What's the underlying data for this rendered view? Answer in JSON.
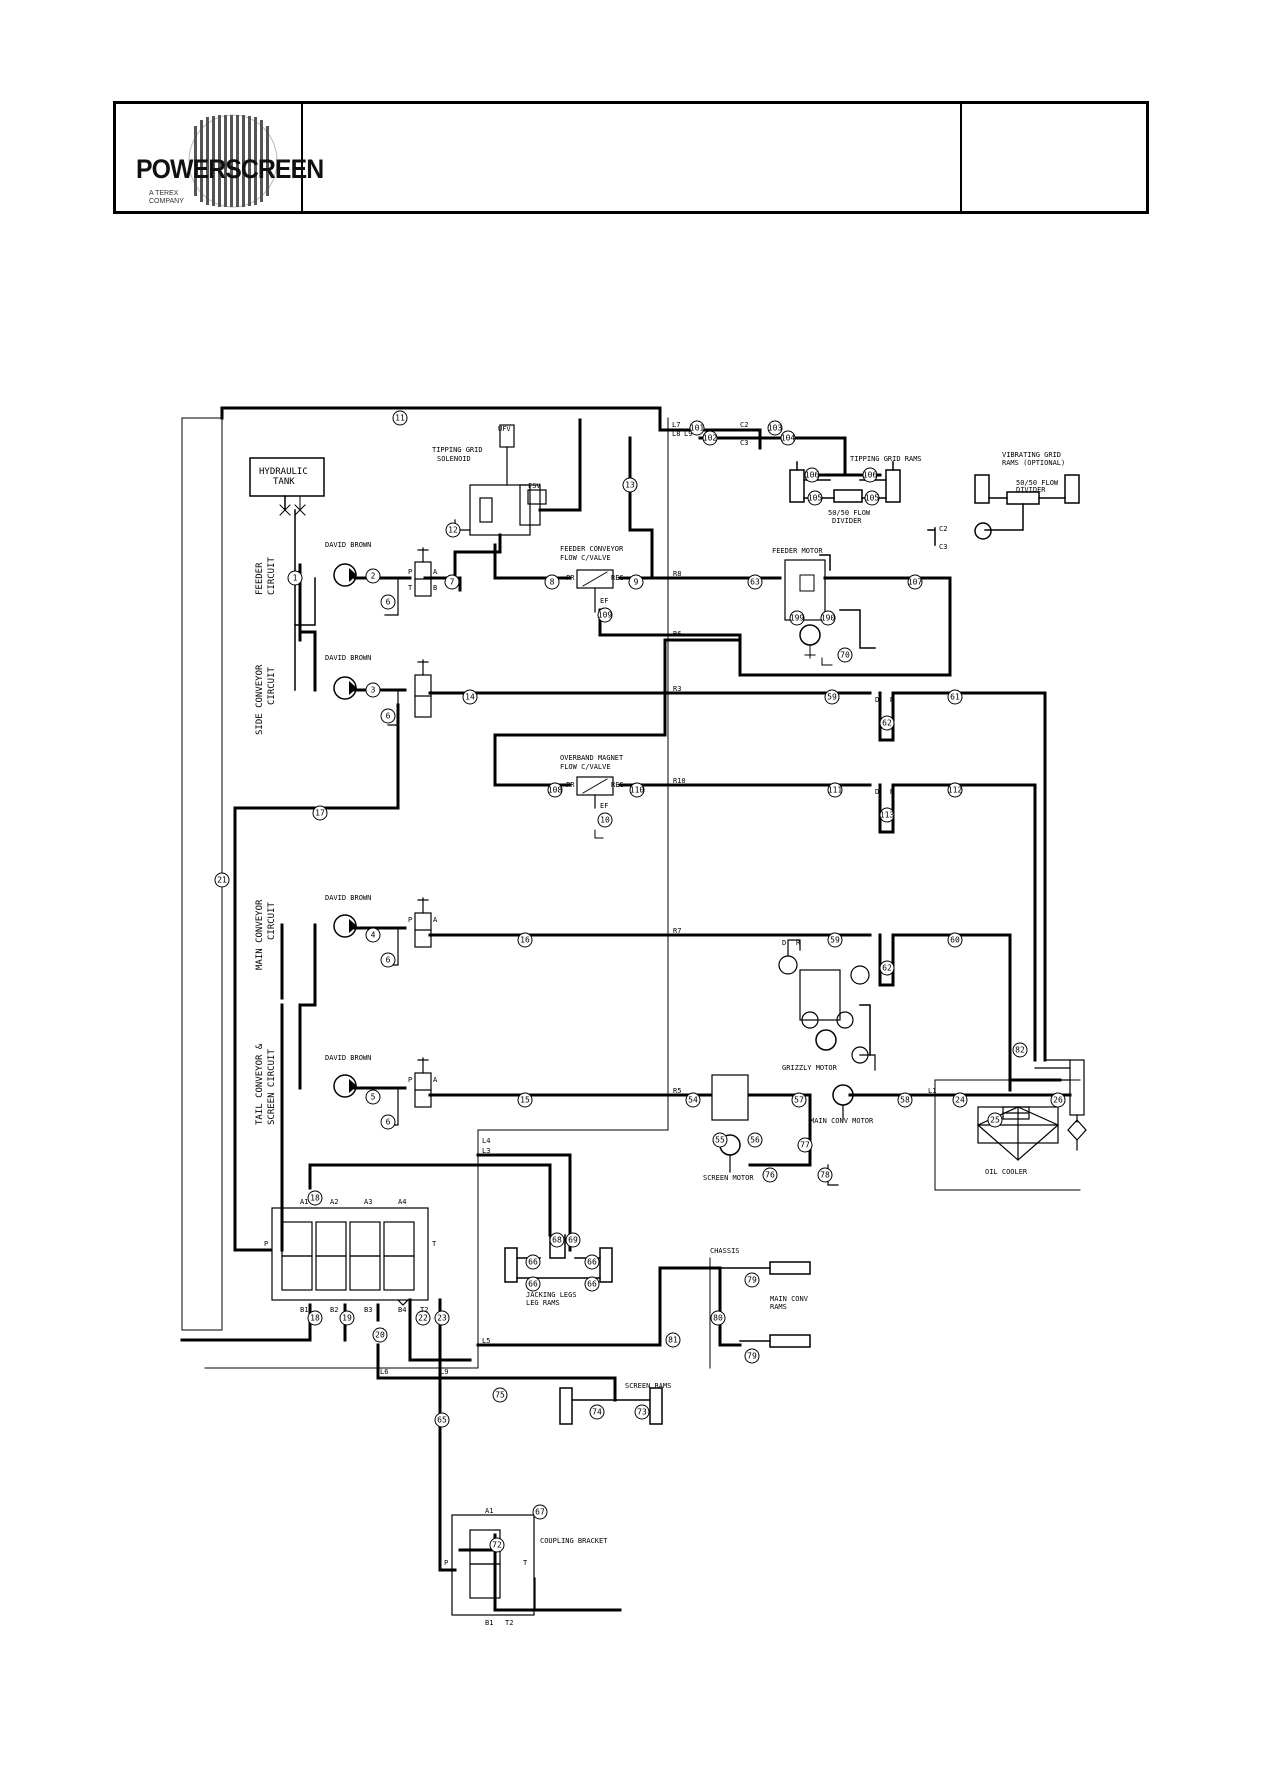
{
  "header": {
    "logo_text": "POWERSCREEN",
    "logo_sub_1": "A TEREX",
    "logo_sub_2": "COMPANY"
  },
  "circuits": {
    "feeder": [
      "FEEDER",
      "CIRCUIT"
    ],
    "side": [
      "SIDE CONVEYOR",
      "CIRCUIT"
    ],
    "main": [
      "MAIN CONVEYOR",
      "CIRCUIT"
    ],
    "tail": [
      "TAIL CONVEYOR &",
      "SCREEN CIRCUIT"
    ]
  },
  "labels": {
    "hydraulic_tank": [
      "HYDRAULIC",
      "TANK"
    ],
    "tipping_grid_solenoid": [
      "TIPPING GRID",
      "SOLENOID"
    ],
    "david_brown": "DAVID BROWN",
    "feeder_conveyor_valve": [
      "FEEDER CONVEYOR",
      "FLOW C/VALVE"
    ],
    "overband_magnet_valve": [
      "OVERBAND MAGNET",
      "FLOW C/VALVE"
    ],
    "feeder_motor": "FEEDER MOTOR",
    "tipping_grid_rams": "TIPPING GRID RAMS",
    "flow_divider": [
      "50/50 FLOW",
      "DIVIDER"
    ],
    "vibrating_grid_rams": [
      "VIBRATING GRID",
      "RAMS (OPTIONAL)"
    ],
    "flow_divider_2": [
      "50/50 FLOW",
      "DIVIDER"
    ],
    "grizzly_motor": "GRIZZLY MOTOR",
    "screen_motor": "SCREEN MOTOR",
    "main_conv_motor": "MAIN CONV MOTOR",
    "oil_cooler": "OIL COOLER",
    "jacking_legs": [
      "JACKING LEGS",
      "LEG RAMS"
    ],
    "chassis": "CHASSIS",
    "main_conv_rams": [
      "MAIN CONV",
      "RAMS"
    ],
    "screen_rams": "SCREEN RAMS",
    "coupling_bracket": "COUPLING BRACKET",
    "ufv": "UFV",
    "fsv": "FSV",
    "pr": "PR",
    "reg": "REG",
    "ef": "EF"
  },
  "ports": {
    "L7": "L7",
    "L8": "L8",
    "L9": "L9",
    "C2": "C2",
    "C3": "C3",
    "R8": "R8",
    "R6": "R6",
    "R3": "R3",
    "R10": "R10",
    "R7": "R7",
    "R5": "R5",
    "L1": "L1",
    "L4": "L4",
    "L3": "L3",
    "L5": "L5",
    "L6": "L6",
    "A1": "A1",
    "A2": "A2",
    "A3": "A3",
    "A4": "A4",
    "B1": "B1",
    "B2": "B2",
    "B3": "B3",
    "B4": "B4",
    "T": "T",
    "P": "P",
    "T2": "T2",
    "A": "A",
    "B": "B",
    "D": "D",
    "R": "R"
  },
  "hose_numbers": {
    "n11": "11",
    "n101": "101",
    "n102": "102",
    "n103": "103",
    "n104": "104",
    "n105": "105",
    "n106": "106",
    "n13": "13",
    "n12": "12",
    "n1": "1",
    "n2": "2",
    "n6": "6",
    "n7": "7",
    "n8": "8",
    "n9": "9",
    "n109": "109",
    "n63": "63",
    "n107": "107",
    "n199": "199",
    "n190": "190",
    "n70": "70",
    "n3": "3",
    "n14": "14",
    "n59": "59",
    "n61": "61",
    "n62": "62",
    "n17": "17",
    "n108": "108",
    "n10": "10",
    "n110": "110",
    "n111": "111",
    "n112": "112",
    "n113": "113",
    "n21": "21",
    "n4": "4",
    "n16": "16",
    "n60": "60",
    "n82": "82",
    "n5": "5",
    "n15": "15",
    "n54": "54",
    "n57": "57",
    "n58": "58",
    "n24": "24",
    "n25": "25",
    "n26": "26",
    "n55": "55",
    "n56": "56",
    "n76": "76",
    "n77": "77",
    "n78": "78",
    "n18": "18",
    "n19": "19",
    "n20": "20",
    "n22": "22",
    "n23": "23",
    "n68": "68",
    "n69": "69",
    "n66": "66",
    "n65": "65",
    "n67": "67",
    "n79": "79",
    "n80": "80",
    "n81": "81",
    "n75": "75",
    "n74": "74",
    "n73": "73",
    "n72": "72"
  }
}
